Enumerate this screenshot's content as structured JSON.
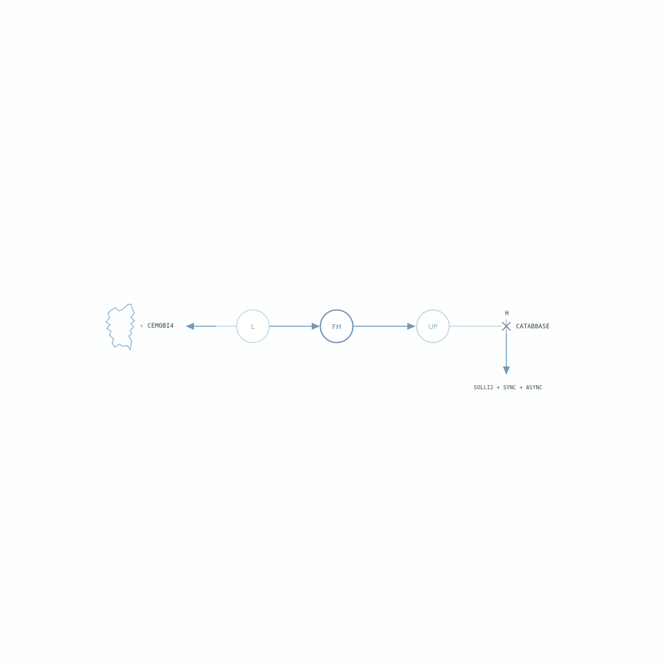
{
  "diagram": {
    "client_label": "CEMOBI4",
    "nodes": [
      {
        "id": "n1",
        "label": "L"
      },
      {
        "id": "n2",
        "label": "FH"
      },
      {
        "id": "n3",
        "label": "UP"
      }
    ],
    "database": {
      "marker": "H",
      "label": "CATABBASE"
    },
    "note": "SOLLI2 + SYNC + ASYNC"
  },
  "colors": {
    "accent": "#5f88a8",
    "line": "#7aa3c2",
    "light_line": "#b9d0e0",
    "text": "#2f3a44"
  }
}
